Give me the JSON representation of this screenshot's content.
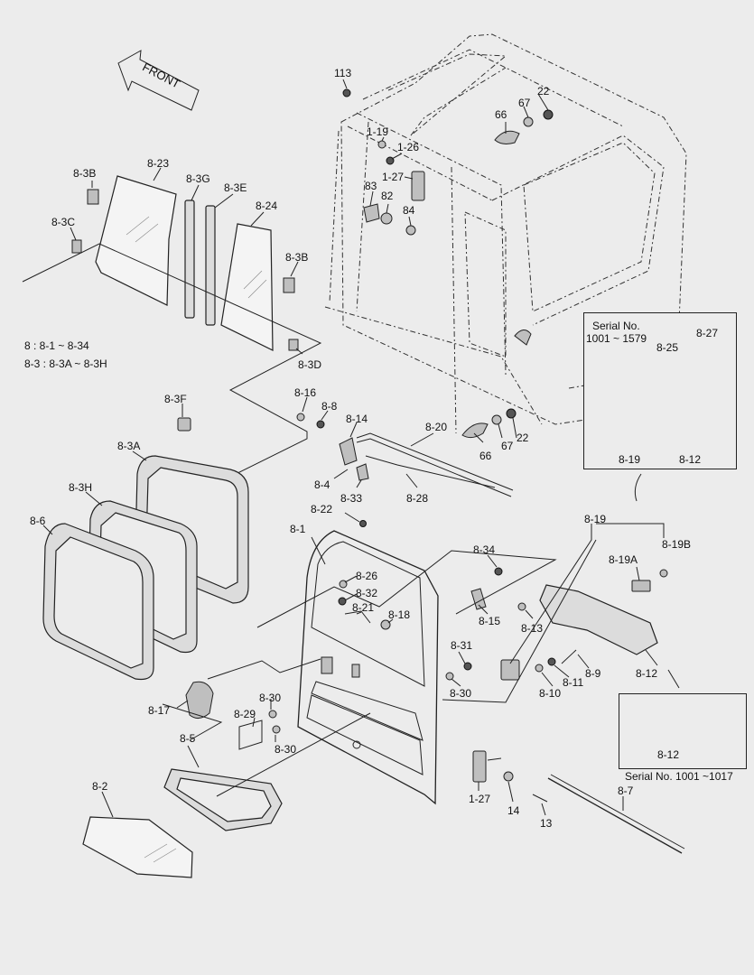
{
  "direction_label": "FRONT",
  "notes": {
    "line1": "8 : 8-1 ~ 8-34",
    "line2": "8-3 : 8-3A ~ 8-3H"
  },
  "inset_top": {
    "serial_label": "Serial No.",
    "serial_range": "1001 ~ 1579",
    "part_labels": [
      "8-27",
      "8-25",
      "8-19",
      "8-12"
    ]
  },
  "inset_bottom": {
    "serial_text": "Serial No. 1001 ~1017",
    "part_label": "8-12"
  },
  "part_labels": {
    "p113": "113",
    "p22a": "22",
    "p67a": "67",
    "p66a": "66",
    "p1_19": "1-19",
    "p1_26": "1-26",
    "p1_27a": "1-27",
    "p83": "83",
    "p82": "82",
    "p84": "84",
    "p8_3B_a": "8-3B",
    "p8_23": "8-23",
    "p8_3G": "8-3G",
    "p8_3E": "8-3E",
    "p8_24": "8-24",
    "p8_3C": "8-3C",
    "p8_3B_b": "8-3B",
    "p8_3D": "8-3D",
    "p8_3F": "8-3F",
    "p8_16": "8-16",
    "p8_8": "8-8",
    "p8_14": "8-14",
    "p8_20": "8-20",
    "p66b": "66",
    "p67b": "67",
    "p22b": "22",
    "p8_3A": "8-3A",
    "p8_4": "8-4",
    "p8_33": "8-33",
    "p8_28": "8-28",
    "p8_3H": "8-3H",
    "p8_6": "8-6",
    "p8_22": "8-22",
    "p8_1": "8-1",
    "p8_19": "8-19",
    "p8_19B": "8-19B",
    "p8_34": "8-34",
    "p8_19A": "8-19A",
    "p8_26": "8-26",
    "p8_32": "8-32",
    "p8_21": "8-21",
    "p8_18": "8-18",
    "p8_15": "8-15",
    "p8_13": "8-13",
    "p8_9": "8-9",
    "p8_31": "8-31",
    "p8_30a": "8-30",
    "p8_11": "8-11",
    "p8_10": "8-10",
    "p8_12": "8-12",
    "p8_17": "8-17",
    "p8_30b": "8-30",
    "p8_29": "8-29",
    "p8_30c": "8-30",
    "p8_5": "8-5",
    "p1_27b": "1-27",
    "p14": "14",
    "p13": "13",
    "p8_2": "8-2",
    "p8_7": "8-7"
  }
}
